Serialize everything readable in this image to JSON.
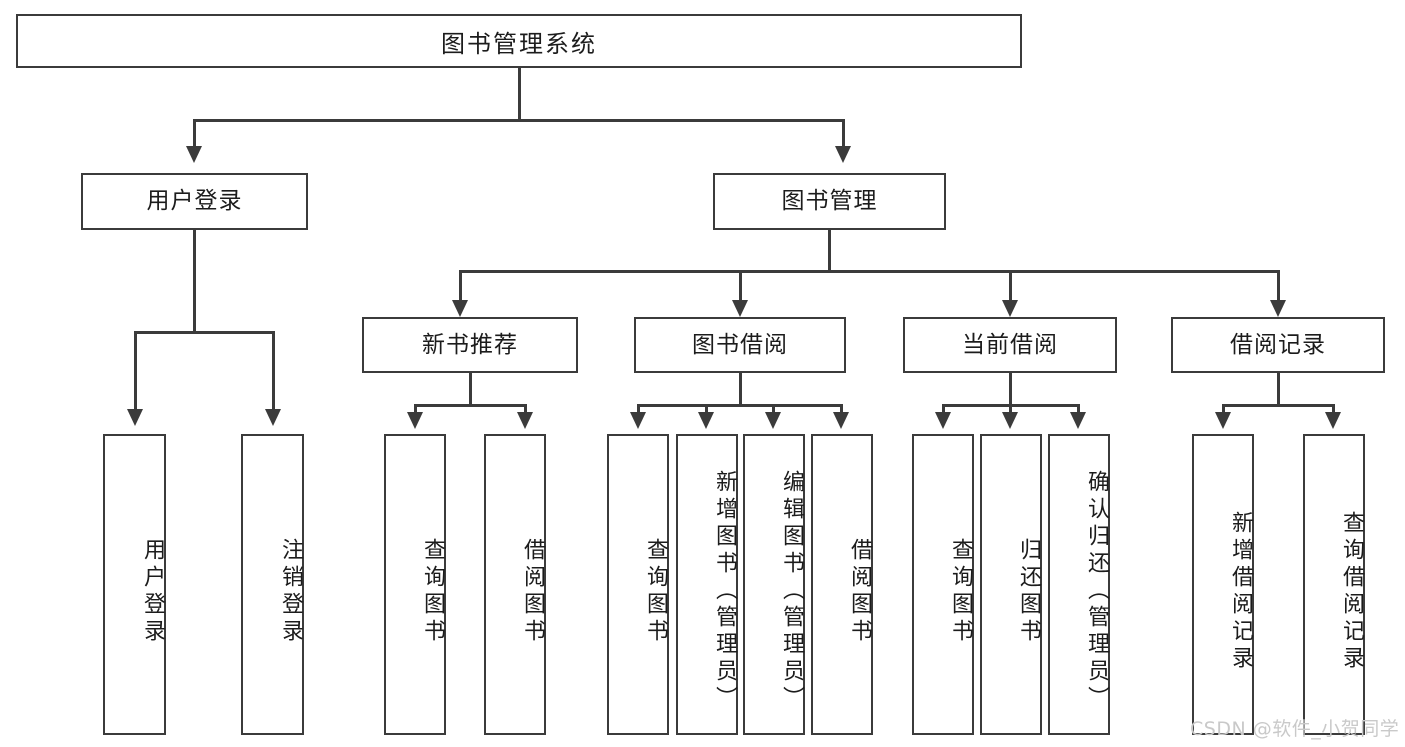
{
  "diagram": {
    "type": "tree",
    "title": "图书管理系统",
    "orientation": "top-down",
    "colors": {
      "stroke": "#3b3b3b",
      "fill": "#ffffff",
      "text": "#1c1c1c",
      "watermark": "#c9c9c9"
    },
    "root": {
      "label": "图书管理系统"
    },
    "level2": {
      "user_login": {
        "label": "用户登录"
      },
      "book_manage": {
        "label": "图书管理"
      }
    },
    "level3": {
      "new_book_rec": {
        "label": "新书推荐"
      },
      "book_borrow": {
        "label": "图书借阅"
      },
      "current_borrow": {
        "label": "当前借阅"
      },
      "borrow_record": {
        "label": "借阅记录"
      }
    },
    "leaves": {
      "user_login": [
        {
          "label": "用户登录"
        },
        {
          "label": "注销登录"
        }
      ],
      "new_book_rec": [
        {
          "label": "查询图书"
        },
        {
          "label": "借阅图书"
        }
      ],
      "book_borrow": [
        {
          "label": "查询图书"
        },
        {
          "label": "新增图书（管理员）"
        },
        {
          "label": "编辑图书（管理员）"
        },
        {
          "label": "借阅图书"
        }
      ],
      "current_borrow": [
        {
          "label": "查询图书"
        },
        {
          "label": "归还图书"
        },
        {
          "label": "确认归还（管理员）"
        }
      ],
      "borrow_record": [
        {
          "label": "新增借阅记录"
        },
        {
          "label": "查询借阅记录"
        }
      ]
    },
    "watermark": "CSDN @软件_小贺同学"
  },
  "chart_data": {
    "type": "table",
    "title": "图书管理系统 功能结构图",
    "nodes": [
      {
        "id": "root",
        "label": "图书管理系统",
        "level": 0,
        "parent": null
      },
      {
        "id": "user-login",
        "label": "用户登录",
        "level": 1,
        "parent": "root"
      },
      {
        "id": "book-manage",
        "label": "图书管理",
        "level": 1,
        "parent": "root"
      },
      {
        "id": "new-book-rec",
        "label": "新书推荐",
        "level": 2,
        "parent": "book-manage"
      },
      {
        "id": "book-borrow",
        "label": "图书借阅",
        "level": 2,
        "parent": "book-manage"
      },
      {
        "id": "current-borrow",
        "label": "当前借阅",
        "level": 2,
        "parent": "book-manage"
      },
      {
        "id": "borrow-record",
        "label": "借阅记录",
        "level": 2,
        "parent": "book-manage"
      },
      {
        "id": "ul-1",
        "label": "用户登录",
        "level": 2,
        "parent": "user-login"
      },
      {
        "id": "ul-2",
        "label": "注销登录",
        "level": 2,
        "parent": "user-login"
      },
      {
        "id": "nb-1",
        "label": "查询图书",
        "level": 3,
        "parent": "new-book-rec"
      },
      {
        "id": "nb-2",
        "label": "借阅图书",
        "level": 3,
        "parent": "new-book-rec"
      },
      {
        "id": "bb-1",
        "label": "查询图书",
        "level": 3,
        "parent": "book-borrow"
      },
      {
        "id": "bb-2",
        "label": "新增图书（管理员）",
        "level": 3,
        "parent": "book-borrow"
      },
      {
        "id": "bb-3",
        "label": "编辑图书（管理员）",
        "level": 3,
        "parent": "book-borrow"
      },
      {
        "id": "bb-4",
        "label": "借阅图书",
        "level": 3,
        "parent": "book-borrow"
      },
      {
        "id": "cb-1",
        "label": "查询图书",
        "level": 3,
        "parent": "current-borrow"
      },
      {
        "id": "cb-2",
        "label": "归还图书",
        "level": 3,
        "parent": "current-borrow"
      },
      {
        "id": "cb-3",
        "label": "确认归还（管理员）",
        "level": 3,
        "parent": "current-borrow"
      },
      {
        "id": "br-1",
        "label": "新增借阅记录",
        "level": 3,
        "parent": "borrow-record"
      },
      {
        "id": "br-2",
        "label": "查询借阅记录",
        "level": 3,
        "parent": "borrow-record"
      }
    ]
  }
}
